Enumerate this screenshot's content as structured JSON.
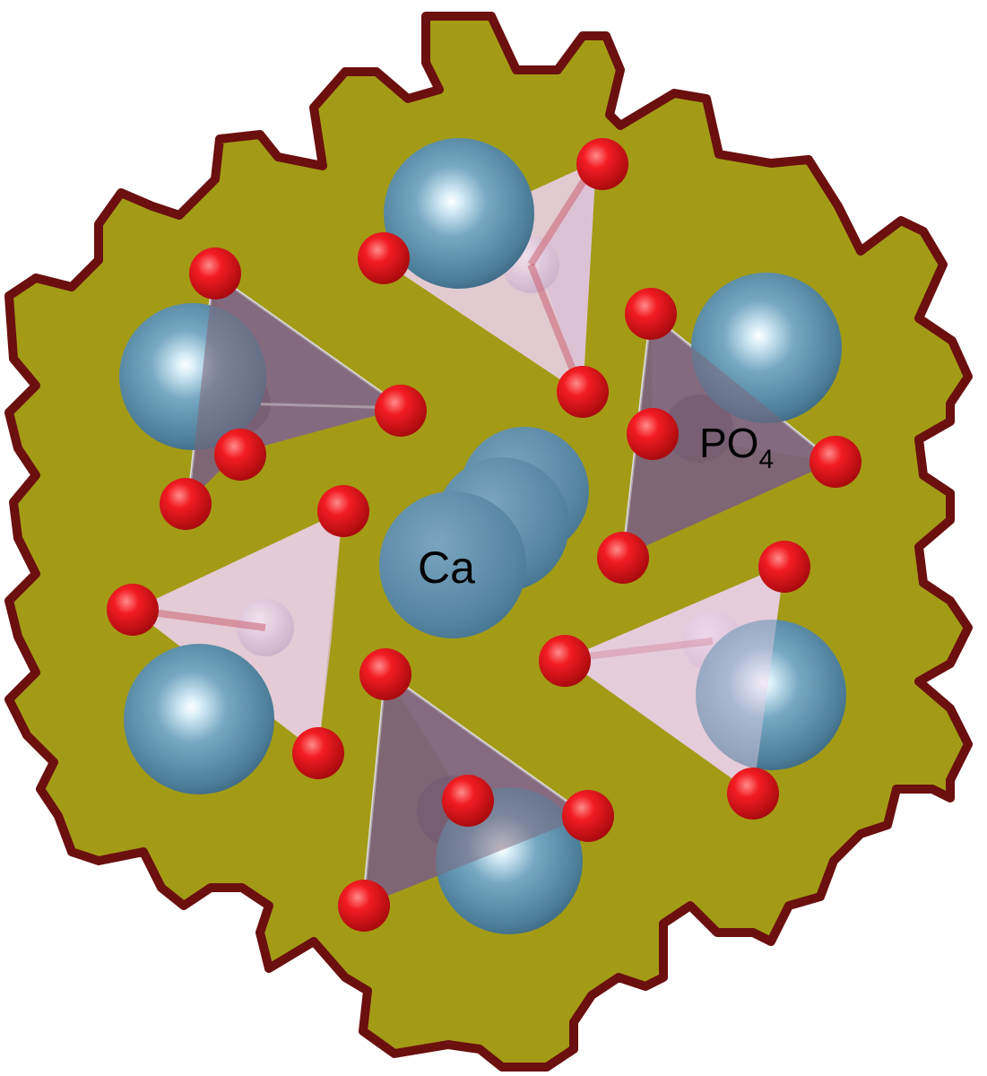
{
  "labels": {
    "calcium": "Ca",
    "phosphate_main": "PO",
    "phosphate_sub": "4"
  },
  "colors": {
    "background": "#ffffff",
    "cell_fill": "#a39b16",
    "cell_border": "#6b0f0f",
    "calcium_sphere": "#5b8aa6",
    "oxygen_sphere": "#e8141a",
    "tetrahedron_light": "#e9cfe6",
    "tetrahedron_dark": "#8a6c86",
    "bond": "#c85a6a"
  },
  "atoms": {
    "calcium": "Ca",
    "oxygen": "O",
    "phosphate_group": "PO4"
  }
}
